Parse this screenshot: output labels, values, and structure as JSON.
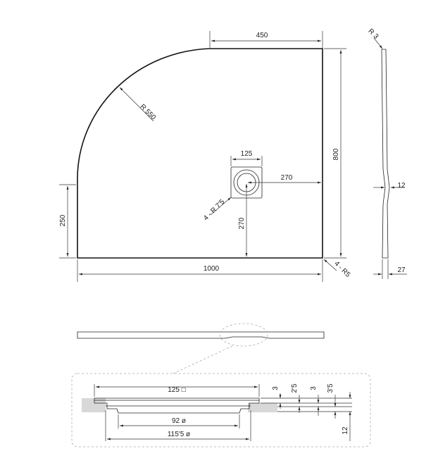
{
  "plan": {
    "top_width": "450",
    "right_height": "800",
    "radius_arc": "R 550",
    "left_height": "250",
    "bottom_width": "1000",
    "drain_square": "125",
    "drain_offset_x": "270",
    "drain_offset_y": "270",
    "drain_corner_radius": "4 - R 7'5",
    "corner_radius": "4 - R5"
  },
  "side_profile": {
    "top_radius": "R 3",
    "mid_thickness": "12",
    "bottom_thickness": "27"
  },
  "detail": {
    "square_label": "125 □",
    "inner_diameter": "92 ø",
    "outer_diameter": "115'5 ø",
    "dim_3a": "3",
    "dim_2_5": "2'5",
    "dim_3b": "3",
    "dim_3_5": "3'5",
    "dim_12": "12"
  }
}
